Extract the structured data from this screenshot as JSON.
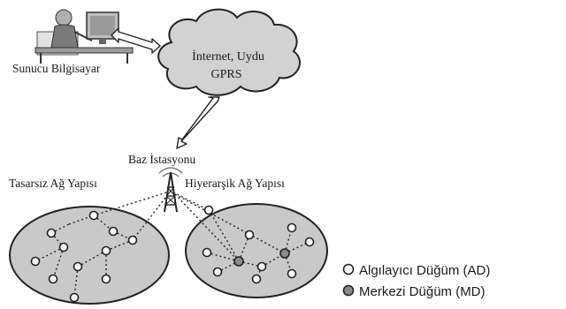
{
  "labels": {
    "server": "Sunucu Bilgisayar",
    "cloud_line1": "İnternet, Uydu",
    "cloud_line2": "GPRS",
    "base_station": "Baz İstasyonu",
    "flat_network": "Tasarsız Ağ Yapısı",
    "hier_network": "Hiyerarşik Ağ Yapısı"
  },
  "legend": {
    "sensor_node": "Algılayıcı Düğüm (AD)",
    "cluster_node": "Merkezi Düğüm (MD)"
  },
  "colors": {
    "sensor_node": "#ffffff",
    "cluster_node": "#8a8a8a",
    "field_fill": "#c9c9c9",
    "cloud_fill": "#d2d2d2"
  }
}
